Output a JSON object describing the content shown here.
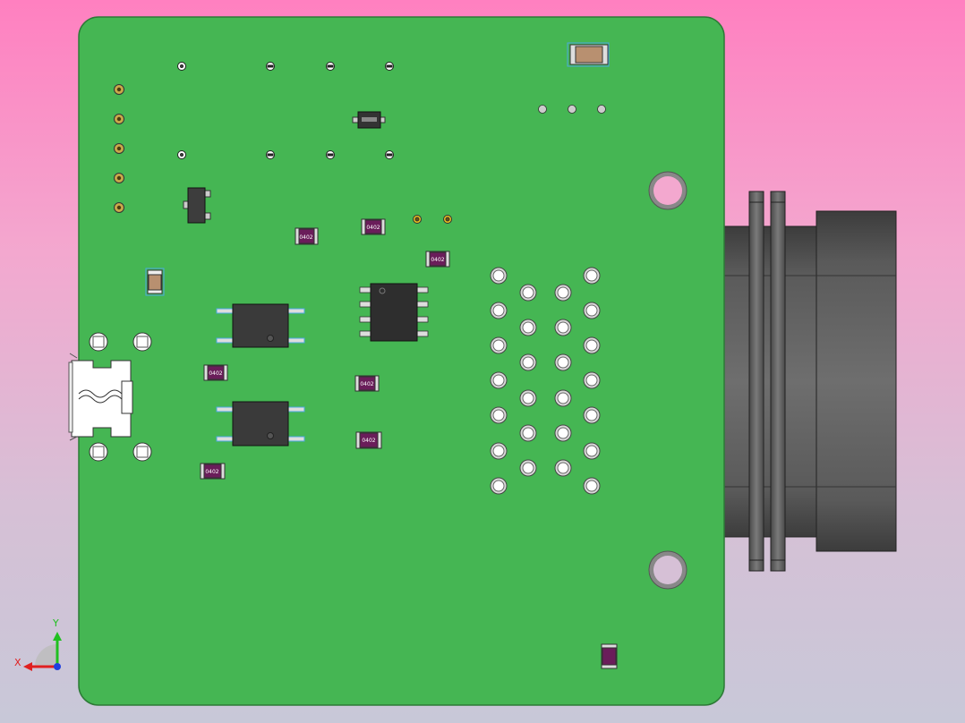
{
  "viewer": {
    "background_top": "#ff80c0",
    "background_bottom": "#c8c8d8"
  },
  "board": {
    "color": "#45b653",
    "edge_color": "#2c7a36"
  },
  "component_marking": "0402",
  "triad": {
    "x_label": "X",
    "y_label": "Y",
    "x_color": "#e02020",
    "y_color": "#20c020",
    "z_color": "#2040e0"
  },
  "icons": [
    "coordinate-triad-icon"
  ]
}
